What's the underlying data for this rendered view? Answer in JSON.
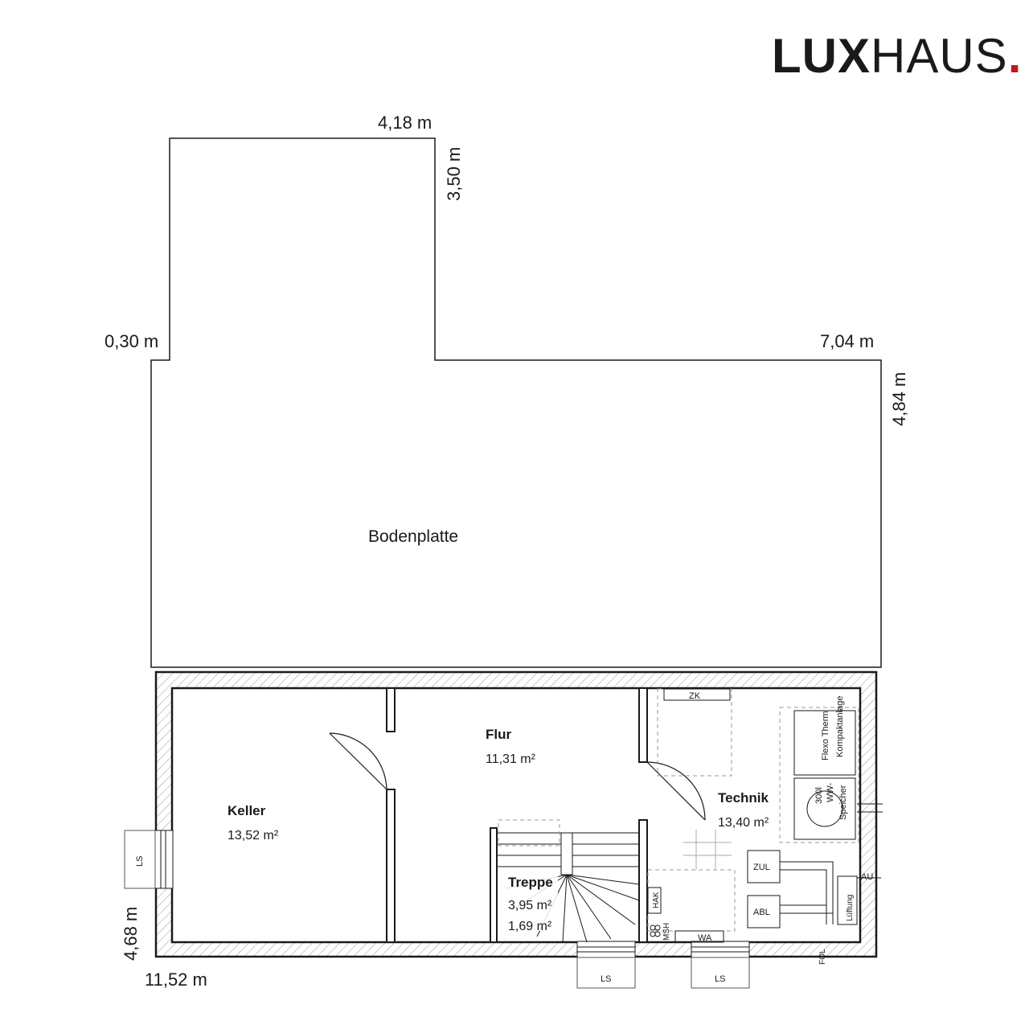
{
  "brand": {
    "logo_bold": "LUX",
    "logo_regular": "HAUS",
    "logo_dot": ".",
    "dot_color": "#c3161c"
  },
  "dimensions": {
    "top_width": "4,18 m",
    "top_height": "3,50 m",
    "step_offset": "0,30 m",
    "right_width": "7,04 m",
    "right_height": "4,84 m",
    "basement_height": "4,68 m",
    "total_width": "11,52 m"
  },
  "slab": {
    "label": "Bodenplatte"
  },
  "rooms": {
    "keller": {
      "name": "Keller",
      "area": "13,52 m²"
    },
    "flur": {
      "name": "Flur",
      "area": "11,31 m²"
    },
    "technik": {
      "name": "Technik",
      "area": "13,40 m²"
    },
    "treppe": {
      "name": "Treppe",
      "area": "3,95 m²",
      "area2": "1,69 m²"
    }
  },
  "equipment": {
    "zk": "ZK",
    "flexo_line1": "Flexo Therm",
    "flexo_line2": "Kompaktanlage",
    "ww_line1": "300l",
    "ww_line2": "WW-",
    "ww_line3": "Speicher",
    "zul": "ZUL",
    "abl": "ABL",
    "au": "AU",
    "lueftung": "Lüftung",
    "hak": "HAK",
    "msh": "MSH",
    "wa": "WA",
    "fol": "FOL"
  },
  "windows": {
    "ls_left": "LS",
    "ls_bottom1": "LS",
    "ls_bottom2": "LS"
  }
}
